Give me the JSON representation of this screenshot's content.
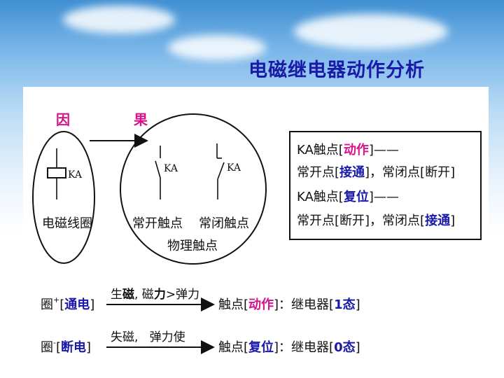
{
  "title": "电磁继电器动作分析",
  "labels": {
    "cause": "因",
    "effect": "果",
    "coil": "电磁线圈",
    "ka": "KA",
    "no_contact": "常开触点",
    "nc_contact": "常闭触点",
    "physical_contact": "物理触点"
  },
  "infobox": {
    "l1_a": "KA触点[",
    "l1_b": "动作",
    "l1_c": "]——",
    "l2_a": "常开点[",
    "l2_b": "接通",
    "l2_c": "]，常闭点[断开]",
    "l3_a": "KA触点[",
    "l3_b": "复位",
    "l3_c": "]——",
    "l4_a": "常开点[断开]，常闭点[",
    "l4_b": "接通",
    "l4_c": "]"
  },
  "row1": {
    "a": "圈",
    "sup": "+",
    "b": "[",
    "c": "通电",
    "d": "]",
    "arrow_t1": "生",
    "arrow_t2": "磁",
    "arrow_t3": ", 磁",
    "arrow_t4": "力",
    "arrow_t5": ">弹力",
    "e": "触点[",
    "f": "动作",
    "g": "]：继电器[",
    "h": "1态",
    "i": "]"
  },
  "row2": {
    "a": "圈",
    "sup": "-",
    "b": "[",
    "c": "断电",
    "d": "]",
    "arrow_t": "失磁,   弹力使",
    "e": "触点[",
    "f": "复位",
    "g": "]：继电器[",
    "h": "0态",
    "i": "]"
  },
  "colors": {
    "title": "#1a1aa8",
    "magenta": "#d4148c",
    "blue": "#1a1aa8"
  }
}
